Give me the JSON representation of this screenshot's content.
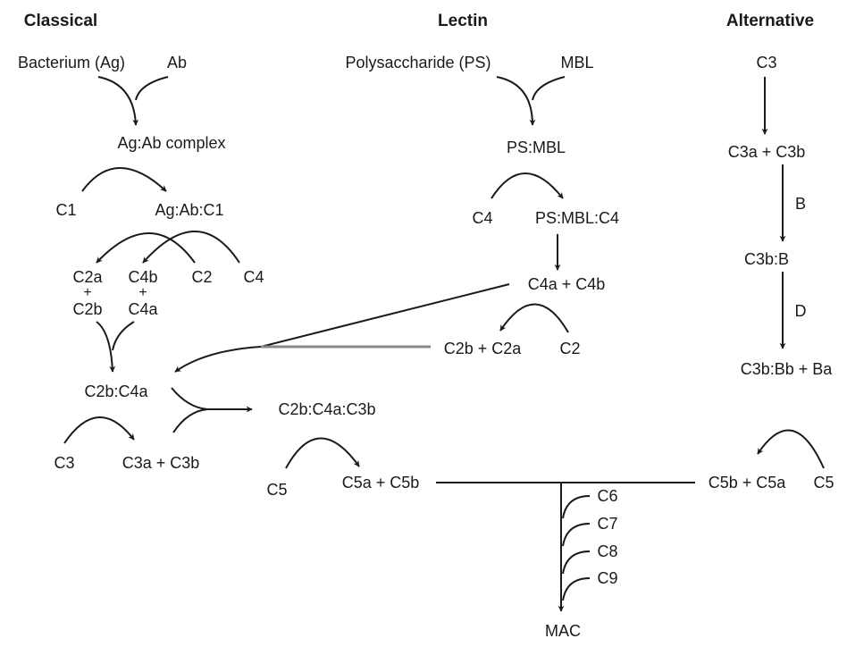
{
  "headers": {
    "classical": "Classical",
    "lectin": "Lectin",
    "alternative": "Alternative"
  },
  "classical": {
    "bacterium": "Bacterium (Ag)",
    "ab": "Ab",
    "ag_ab_complex": "Ag:Ab complex",
    "c1": "C1",
    "ag_ab_c1": "Ag:Ab:C1",
    "c2a": "C2a",
    "c4b": "C4b",
    "c2": "C2",
    "c4": "C4",
    "plus1": "+",
    "plus2": "+",
    "c2b": "C2b",
    "c4a": "C4a",
    "c2b_c4a": "C2b:C4a",
    "c3": "C3",
    "c3a_c3b": "C3a + C3b",
    "c2b_c4a_c3b": "C2b:C4a:C3b"
  },
  "lectin": {
    "ps": "Polysaccharide (PS)",
    "mbl": "MBL",
    "ps_mbl": "PS:MBL",
    "c4": "C4",
    "ps_mbl_c4": "PS:MBL:C4",
    "c4a_c4b": "C4a + C4b",
    "c2b_c2a": "C2b + C2a",
    "c2": "C2"
  },
  "alternative": {
    "c3": "C3",
    "c3a_c3b": "C3a + C3b",
    "b": "B",
    "c3b_b": "C3b:B",
    "d": "D",
    "c3b_bb_ba": "C3b:Bb + Ba",
    "c5b_c5a": "C5b + C5a",
    "c5": "C5"
  },
  "terminal": {
    "c5": "C5",
    "c5a_c5b": "C5a + C5b",
    "c6": "C6",
    "c7": "C7",
    "c8": "C8",
    "c9": "C9",
    "mac": "MAC"
  }
}
